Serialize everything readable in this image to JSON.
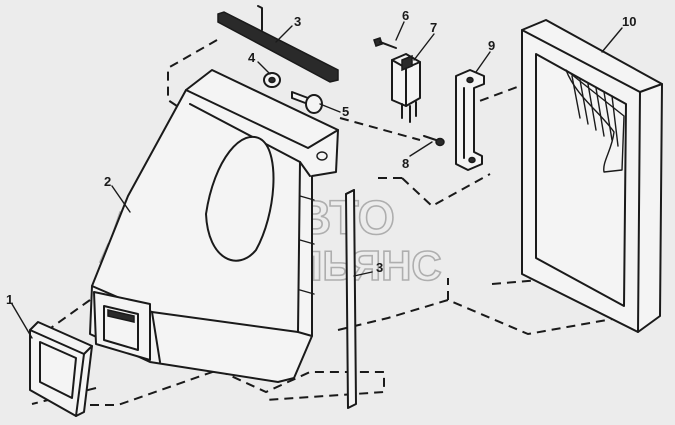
{
  "watermark": {
    "line1": "АВТО",
    "line2": "АЛЬЯНС"
  },
  "labels": {
    "p1": "1",
    "p2": "2",
    "p3a": "3",
    "p3b": "3",
    "p4": "4",
    "p5": "5",
    "p6": "6",
    "p7": "7",
    "p8": "8",
    "p9": "9",
    "p10": "10"
  }
}
